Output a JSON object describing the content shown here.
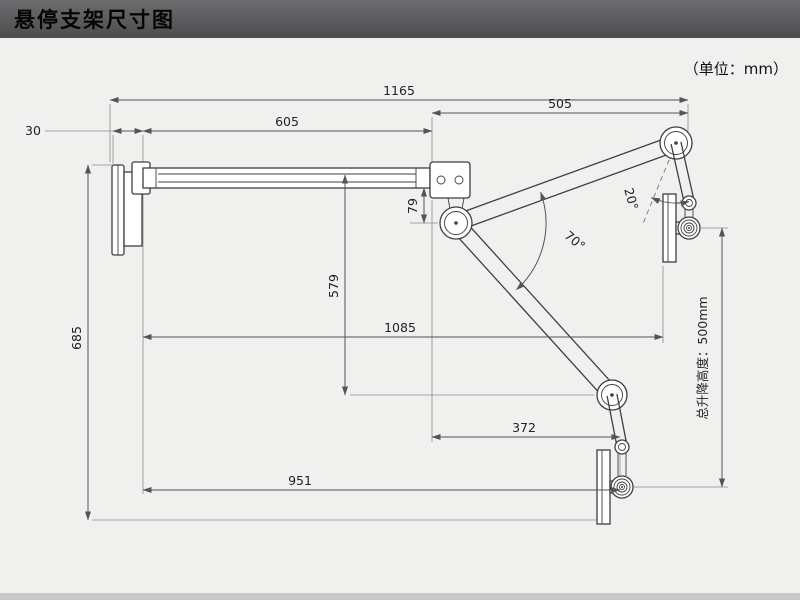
{
  "page": {
    "title": "悬停支架尺寸图",
    "unit_note": "（单位：mm）"
  },
  "drawing": {
    "description": "悬停支架 articulated suspension arm dimension drawing",
    "dimensions": {
      "overall_width": "1165",
      "upper_arm_span": "505",
      "wall_offset": "30",
      "front_arm_span": "605",
      "joint_drop": "79",
      "mid_drop": "579",
      "overall_height": "685",
      "mid_width": "1085",
      "lower_span": "372",
      "bottom_span": "951",
      "tilt_angle": "20°",
      "swing_angle": "70°",
      "lift_range_note": "总升降高度：500mm"
    }
  },
  "colors": {
    "header_bg": "#57575a",
    "outline": "#3f3f3f",
    "dimension": "#555555",
    "page_bg": "#f0f0ef"
  }
}
